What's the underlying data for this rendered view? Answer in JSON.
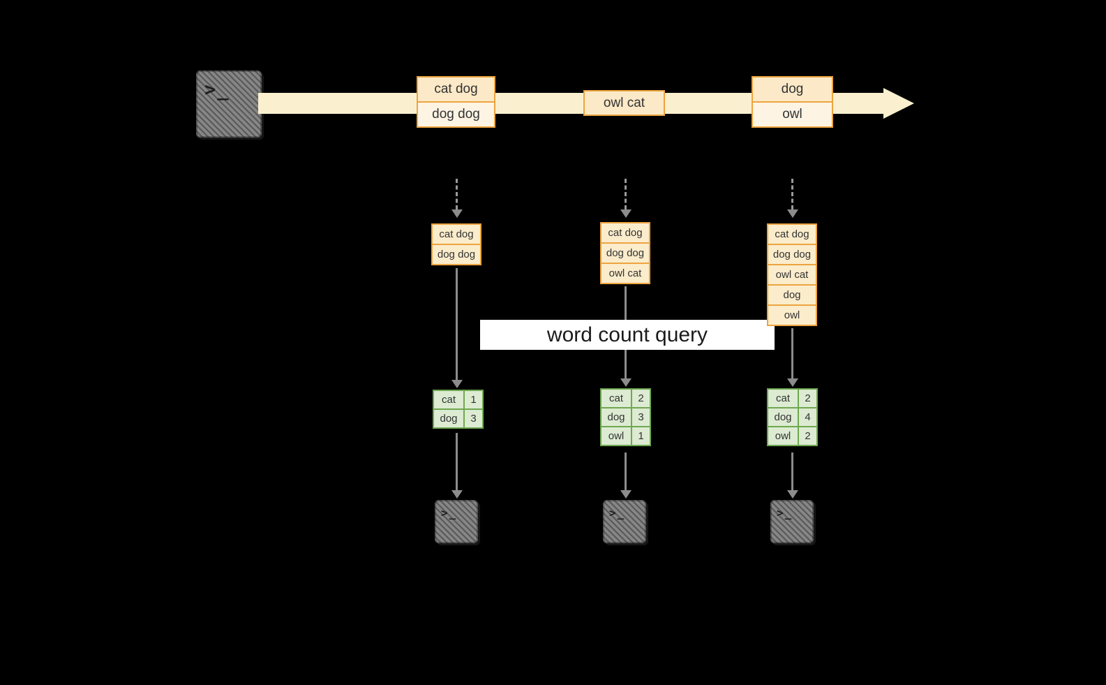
{
  "banner": {
    "label": "word count query"
  },
  "icons": {
    "terminal_prompt": ">_"
  },
  "stream": {
    "events": [
      {
        "lines": [
          "cat dog",
          "dog dog"
        ]
      },
      {
        "lines": [
          "owl cat"
        ]
      },
      {
        "lines": [
          "dog",
          "owl"
        ]
      }
    ]
  },
  "columns": [
    {
      "window": [
        "cat dog",
        "dog dog"
      ],
      "counts": [
        {
          "word": "cat",
          "count": "1"
        },
        {
          "word": "dog",
          "count": "3"
        }
      ]
    },
    {
      "window": [
        "cat dog",
        "dog dog",
        "owl cat"
      ],
      "counts": [
        {
          "word": "cat",
          "count": "2"
        },
        {
          "word": "dog",
          "count": "3"
        },
        {
          "word": "owl",
          "count": "1"
        }
      ]
    },
    {
      "window": [
        "cat dog",
        "dog dog",
        "owl cat",
        "dog",
        "owl"
      ],
      "counts": [
        {
          "word": "cat",
          "count": "2"
        },
        {
          "word": "dog",
          "count": "4"
        },
        {
          "word": "owl",
          "count": "2"
        }
      ]
    }
  ],
  "colors": {
    "background": "#000000",
    "stream_band": "#faf0cf",
    "event_border": "#eca43f",
    "event_fill_dark": "#fbe9c7",
    "event_fill_light": "#fdf4e4",
    "table_border": "#6fa850",
    "table_fill": "#dcebd2",
    "arrow": "#8c8c8c",
    "terminal": "#7f7f7f",
    "banner_bg": "#ffffff"
  }
}
